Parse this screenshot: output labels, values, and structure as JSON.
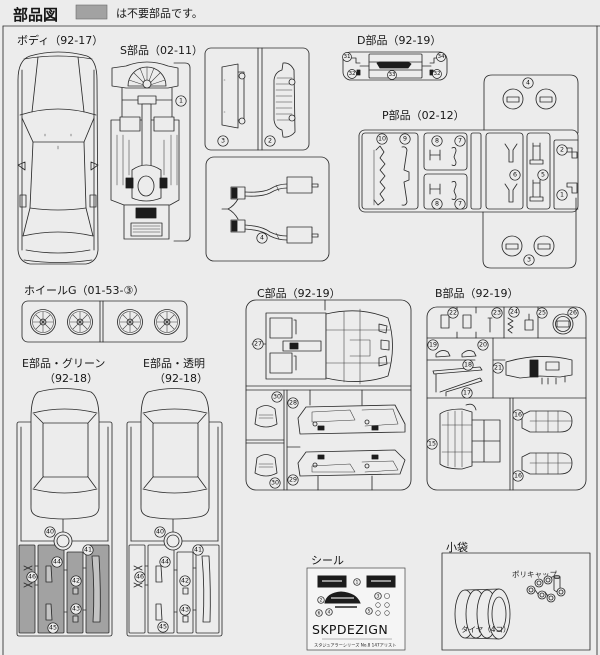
{
  "header": {
    "title": "部品図",
    "legend_text": "は不要部品です。"
  },
  "colors": {
    "unneeded_parts_gray": "#a2a2a2",
    "paper": "#ececec",
    "line": "#2b2b2b"
  },
  "body": {
    "label": "ボディ（92-17）"
  },
  "s_parts": {
    "label": "S部品（02-11）",
    "numbers": [
      "1",
      "2",
      "3",
      "4"
    ]
  },
  "d_parts": {
    "label": "D部品（92-19）",
    "numbers": [
      "31",
      "32",
      "33",
      "34",
      "32"
    ]
  },
  "p_parts": {
    "label": "P部品（02-12）",
    "numbers": [
      "4",
      "10",
      "9",
      "8",
      "7",
      "8",
      "7",
      "6",
      "5",
      "2",
      "1",
      "3"
    ]
  },
  "wheel_g": {
    "label": "ホイールG（01-53-③）"
  },
  "e_green": {
    "label": "E部品・グリーン",
    "code": "（92-18）",
    "numbers": [
      "40",
      "41",
      "42",
      "43",
      "44",
      "45",
      "46"
    ]
  },
  "e_clear": {
    "label": "E部品・透明",
    "code": "（92-18）",
    "numbers": [
      "40",
      "41",
      "42",
      "43",
      "44",
      "45",
      "46"
    ]
  },
  "c_parts": {
    "label": "C部品（92-19）",
    "numbers": [
      "27",
      "28",
      "29",
      "30",
      "30"
    ]
  },
  "b_parts": {
    "label": "B部品（92-19）",
    "numbers": [
      "15",
      "16",
      "16",
      "17",
      "18",
      "19",
      "20",
      "21",
      "22",
      "23",
      "24",
      "25",
      "26"
    ]
  },
  "decal": {
    "label": "シール",
    "brand": "SKPDEZIGN",
    "footer": "スタジュアラーシリーズ No.8 147アリスト",
    "numbers": [
      "1",
      "2",
      "3",
      "4",
      "5",
      "6"
    ]
  },
  "small_bag": {
    "label": "小袋",
    "polycap_label": "ポリキャップ",
    "tire_label": "タイヤ（4コ）"
  }
}
